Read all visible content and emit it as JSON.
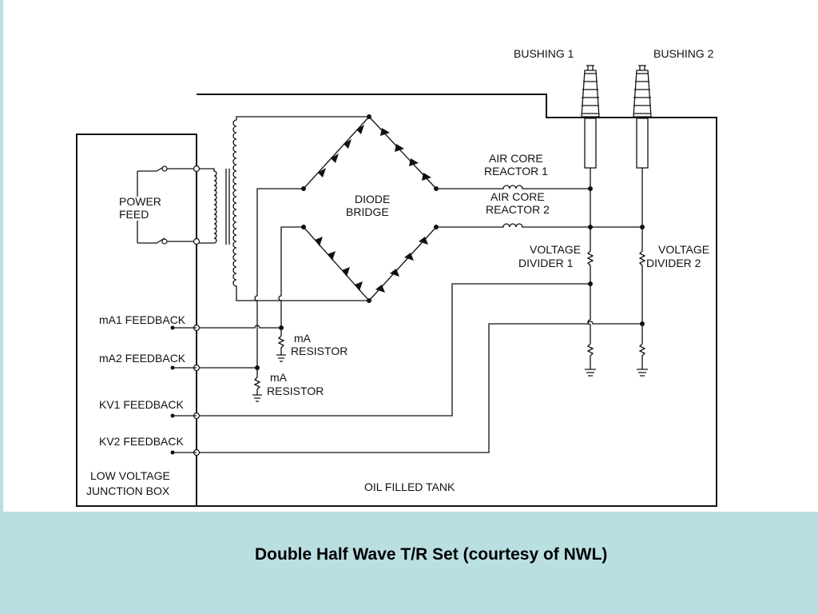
{
  "diagram": {
    "labels": {
      "bushing_1": "BUSHING 1",
      "bushing_2": "BUSHING 2",
      "power_feed": [
        "POWER",
        "FEED"
      ],
      "diode_bridge": [
        "DIODE",
        "BRIDGE"
      ],
      "air_core_reactor_1": [
        "AIR CORE",
        "REACTOR 1"
      ],
      "air_core_reactor_2": [
        "AIR CORE",
        "REACTOR 2"
      ],
      "voltage_divider_1": [
        "VOLTAGE",
        "DIVIDER 1"
      ],
      "voltage_divider_2": [
        "VOLTAGE",
        "DIVIDER 2"
      ],
      "ma1_feedback": "mA1 FEEDBACK",
      "ma2_feedback": "mA2 FEEDBACK",
      "kv1_feedback": "KV1 FEEDBACK",
      "kv2_feedback": "KV2 FEEDBACK",
      "ma_resistor_1": [
        "mA",
        "RESISTOR"
      ],
      "ma_resistor_2": [
        "mA",
        "RESISTOR"
      ],
      "low_voltage_junction_box": [
        "LOW VOLTAGE",
        "JUNCTION BOX"
      ],
      "oil_filled_tank": "OIL FILLED TANK"
    }
  },
  "caption": "Double Half Wave T/R Set (courtesy of NWL)"
}
